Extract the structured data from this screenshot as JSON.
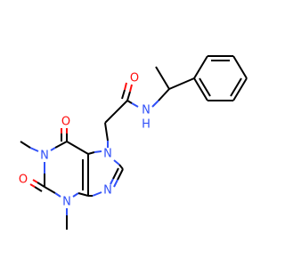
{
  "molecule": {
    "atom_colors": {
      "N": "#3050F8",
      "O": "#FF0D0D",
      "C": "#000000"
    },
    "labels": {
      "o_amide": "O",
      "n_amide": "N",
      "h_amide": "H",
      "o_c6": "O",
      "o_c2": "O",
      "n1": "N",
      "n3": "N",
      "n7": "N",
      "n9": "N"
    }
  }
}
